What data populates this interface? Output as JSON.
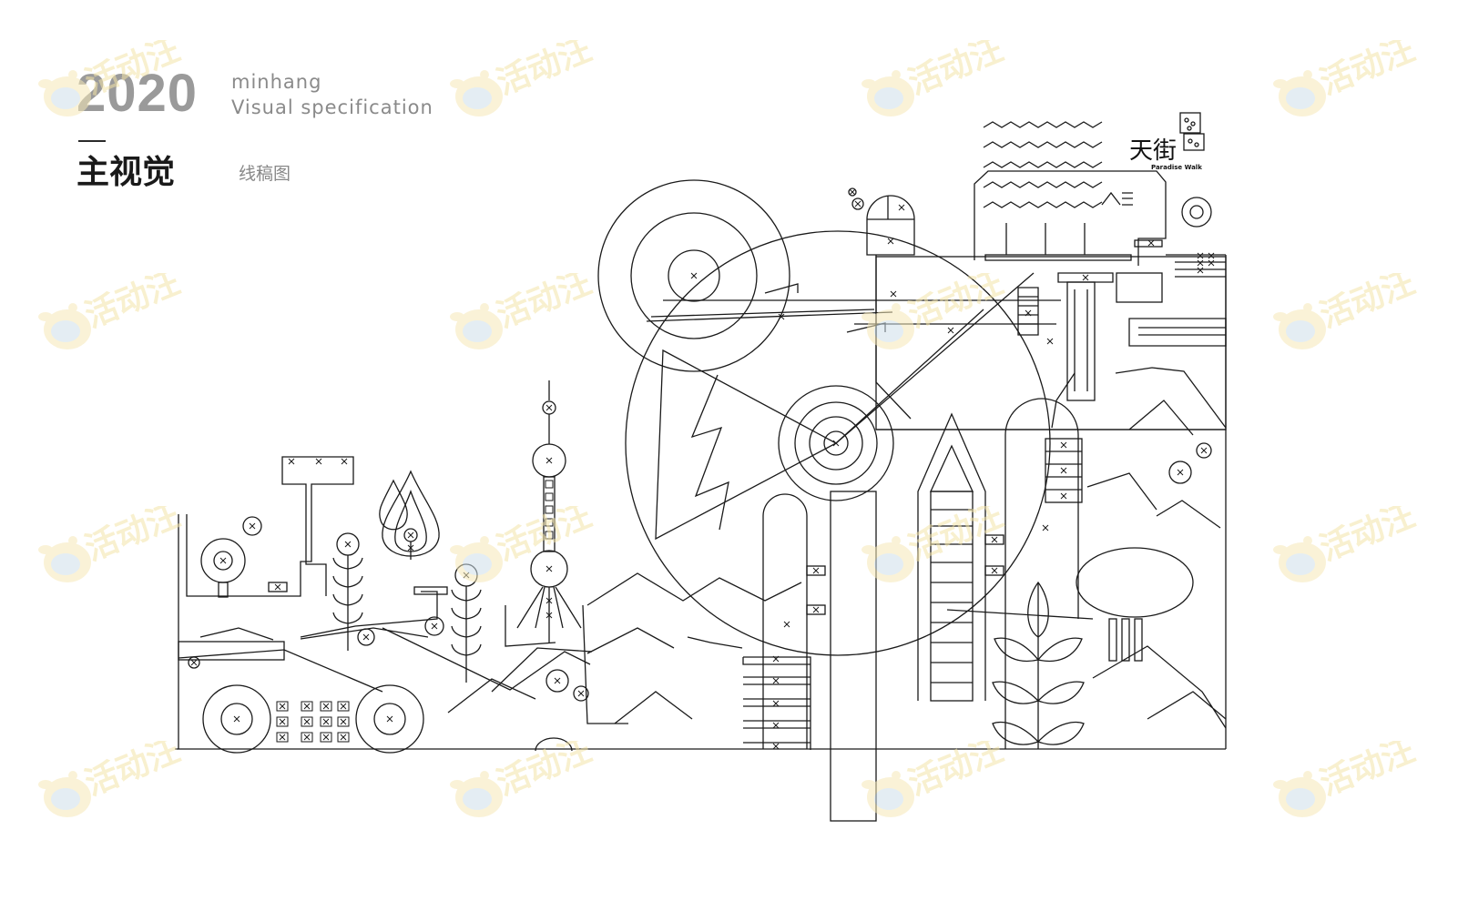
{
  "header": {
    "year": "2020",
    "en_line1": "minhang",
    "en_line2": "Visual specification",
    "zh_title": "主视觉",
    "zh_subtitle": "线稿图"
  },
  "artwork": {
    "logo_text": "天街",
    "logo_subtext": "Paradise Walk"
  },
  "watermark": {
    "text": "活动汪",
    "mascot": "bee-mascot-icon",
    "color": "#f4e4a8"
  },
  "colors": {
    "ink": "#1a1a1a",
    "year_gray": "#9a9a9a",
    "subtitle_gray": "#888888",
    "background": "#ffffff"
  }
}
